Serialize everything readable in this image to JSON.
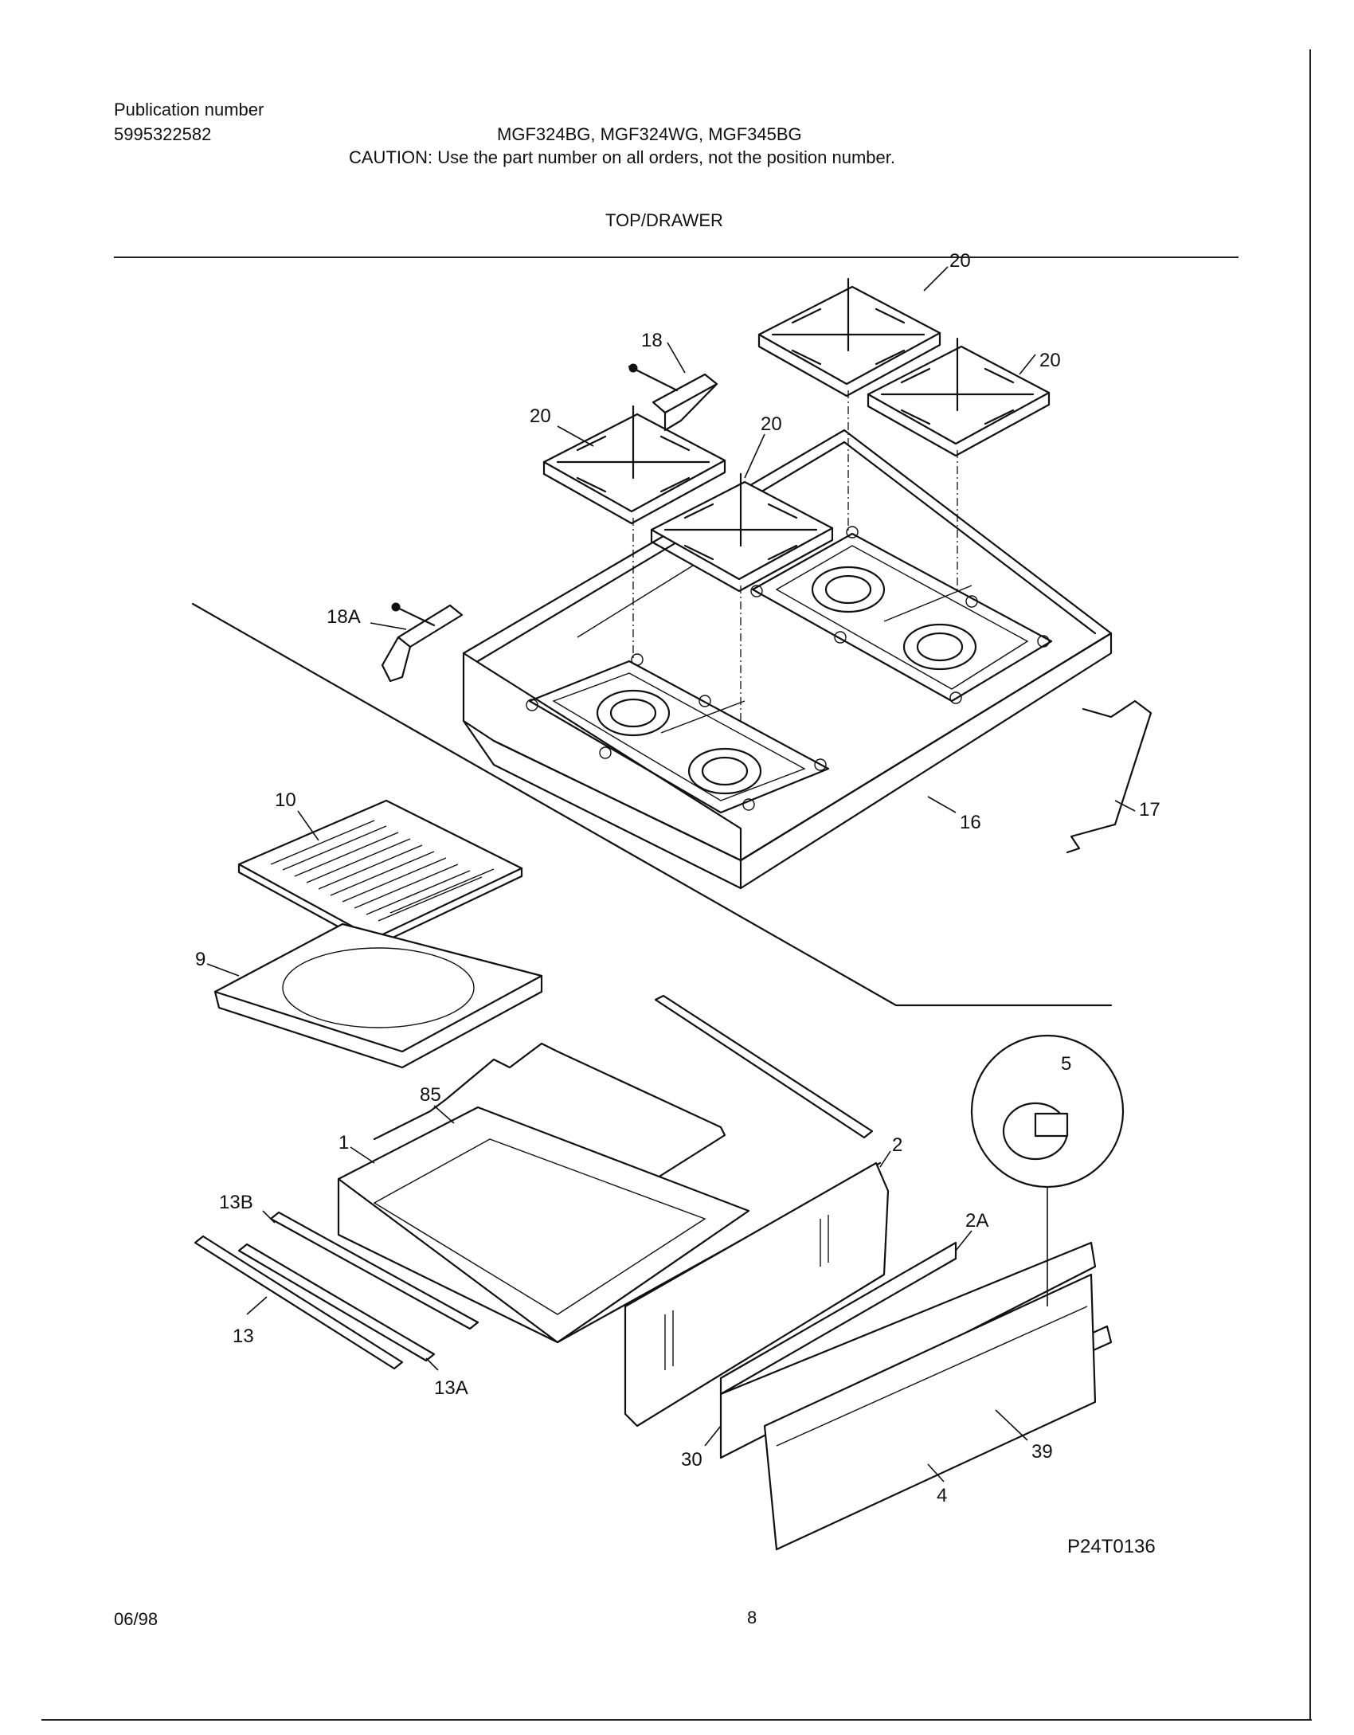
{
  "header": {
    "publication_label": "Publication number",
    "publication_number": "5995322582",
    "models": "MGF324BG, MGF324WG, MGF345BG",
    "caution": "CAUTION:  Use the part number on all orders, not the position number.",
    "section_title": "TOP/DRAWER"
  },
  "diagram": {
    "figure_id": "P24T0136",
    "callouts": {
      "c20a": "20",
      "c20b": "20",
      "c20c": "20",
      "c20d": "20",
      "c18": "18",
      "c18a": "18A",
      "c16": "16",
      "c17": "17",
      "c10": "10",
      "c9": "9",
      "c85": "85",
      "c1": "1",
      "c2": "2",
      "c2a": "2A",
      "c5": "5",
      "c13b": "13B",
      "c13": "13",
      "c13a": "13A",
      "c30": "30",
      "c39": "39",
      "c4": "4"
    }
  },
  "footer": {
    "date": "06/98",
    "page": "8"
  }
}
